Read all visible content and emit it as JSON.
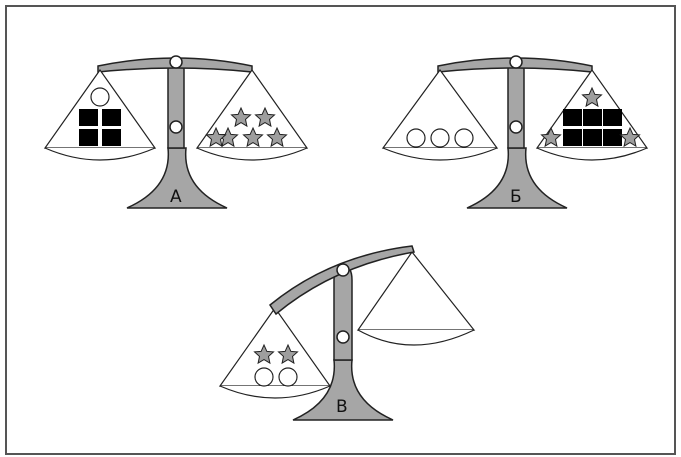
{
  "colors": {
    "scale_fill": "#a6a6a6",
    "stroke": "#222222",
    "star_fill": "#9e9e9e",
    "block_fill": "#000000",
    "pan_fill": "#ffffff",
    "frame": "#555555"
  },
  "scales": [
    {
      "label": "А",
      "state": "balanced",
      "left_pan": {
        "circles": 1,
        "squares": 4,
        "stars": 0
      },
      "right_pan": {
        "circles": 0,
        "squares": 0,
        "stars": 6
      }
    },
    {
      "label": "Б",
      "state": "balanced",
      "left_pan": {
        "circles": 3,
        "squares": 0,
        "stars": 0
      },
      "right_pan": {
        "circles": 0,
        "squares": 6,
        "stars": 3
      }
    },
    {
      "label": "В",
      "state": "tilted-left-down",
      "left_pan": {
        "circles": 2,
        "squares": 0,
        "stars": 2
      },
      "right_pan": {
        "circles": 0,
        "squares": 0,
        "stars": 0
      }
    }
  ]
}
